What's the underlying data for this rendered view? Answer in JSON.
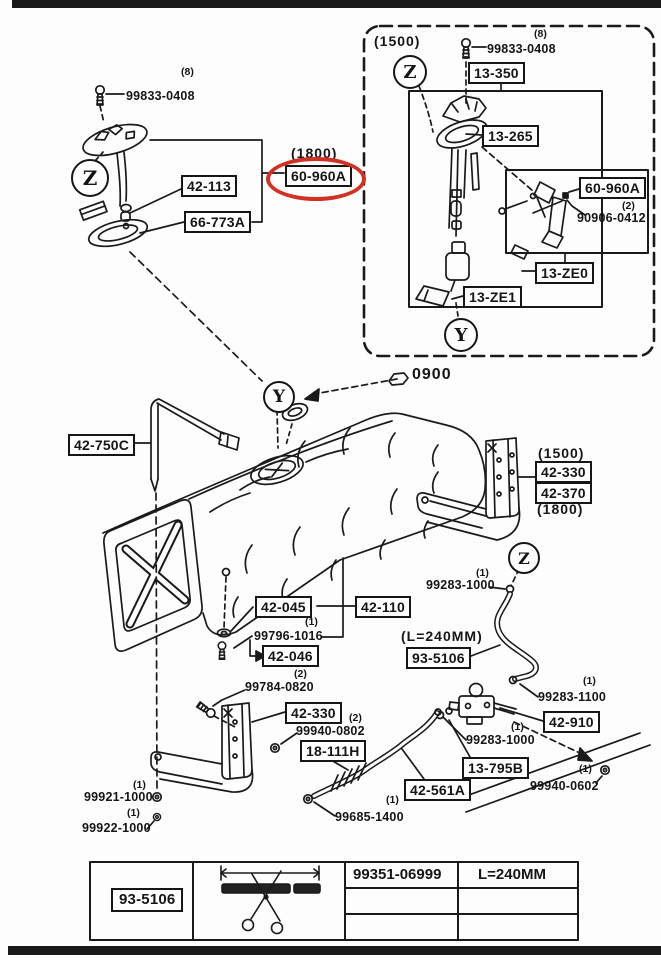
{
  "diagram": {
    "type": "fuel-tank-parts-diagram",
    "highlighted_part": "60-960A",
    "highlight_color": "#d23022",
    "line_color": "#1a1a1a"
  },
  "labels": {
    "qty1": "(1)",
    "qty2": "(2)",
    "qty8": "(8)",
    "variant1500": "(1500)",
    "variant1800": "(1800)",
    "p99833": "99833-0408",
    "p42113": "42-113",
    "p66773A": "66-773A",
    "p60960A": "60-960A",
    "p13350": "13-350",
    "p13265": "13-265",
    "p90906": "90906-0412",
    "p13ZE0": "13-ZE0",
    "p13ZE1": "13-ZE1",
    "p0900": "0900",
    "p42750C": "42-750C",
    "p42330": "42-330",
    "p42370": "42-370",
    "p992831000": "99283-1000",
    "p42045": "42-045",
    "p42110": "42-110",
    "p997961016": "99796-1016",
    "p42046": "42-046",
    "len240": "(L=240MM)",
    "p935106": "93-5106",
    "p992831100": "99283-1100",
    "p997840820": "99784-0820",
    "p999400802": "99940-0802",
    "p18111H": "18-111H",
    "p42910": "42-910",
    "p13795B": "13-795B",
    "p42561A": "42-561A",
    "p999400602": "99940-0602",
    "p999211000": "99921-1000",
    "p999221000": "99922-1000",
    "p996851400": "99685-1400",
    "markerZ": "Z",
    "markerY": "Y"
  },
  "table": {
    "part": "93-5106",
    "part_number": "99351-06999",
    "length": "L=240MM"
  }
}
